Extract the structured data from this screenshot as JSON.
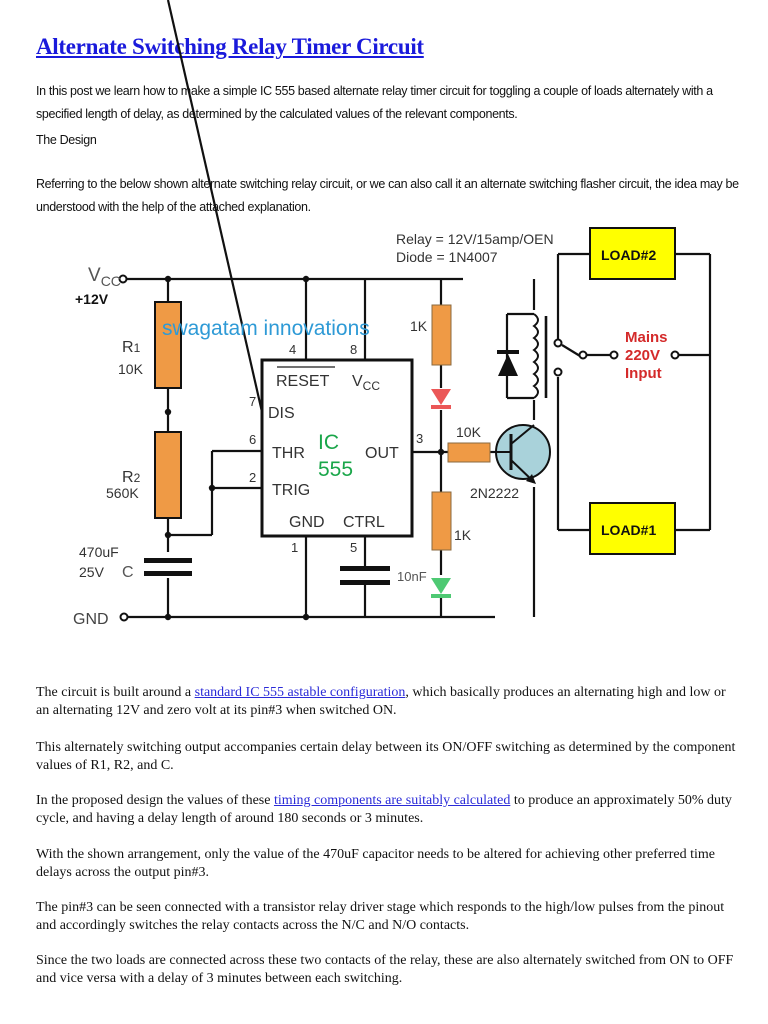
{
  "article": {
    "title": "Alternate Switching Relay Timer Circuit",
    "intro": "In this post we learn how to make a simple IC 555 based alternate relay timer circuit for toggling a couple of loads alternately with a specified length of delay, as determined by the calculated values of the relevant components.",
    "section_heading": "The Design",
    "design_text": "Referring to the below shown alternate switching relay circuit, or we can also call it an alternate switching flasher circuit, the idea may be understood with the help of the attached explanation.",
    "paragraphs": [
      {
        "before": "The circuit is built around a ",
        "link": "standard IC 555 astable configuration",
        "after": ", which basically produces an alternating high and low or an alternating 12V and zero volt at its pin#3 when switched ON."
      },
      {
        "before": "This alternately switching output accompanies certain delay between its ON/OFF switching as determined by the component values of R1, R2, and C.",
        "link": "",
        "after": ""
      },
      {
        "before": "In the proposed design the values of these ",
        "link": "timing components are suitably calculated",
        "after": " to produce an approximately 50% duty cycle, and having a delay length of around 180 seconds or 3 minutes."
      },
      {
        "before": "With the shown arrangement, only the value of the 470uF capacitor needs to be altered for achieving other preferred time delays across the output pin#3.",
        "link": "",
        "after": ""
      },
      {
        "before": "The pin#3 can be seen connected with a transistor relay driver stage which responds to the high/low pulses from the pinout and accordingly switches the relay contacts across the N/C and N/O contacts.",
        "link": "",
        "after": ""
      },
      {
        "before": "Since the two loads are connected across these two contacts of the relay, these are also alternately switched from ON to OFF and vice versa with a delay of 3 minutes between each switching.",
        "link": "",
        "after": ""
      }
    ]
  },
  "schematic": {
    "watermark": "swagatam innovations",
    "vcc_label": "V",
    "vcc_sub": "CC",
    "supply": "+12V",
    "gnd": "GND",
    "r1_name": "R",
    "r1_sub": "1",
    "r1_value": "10K",
    "r2_name": "R",
    "r2_sub": "2",
    "r2_value": "560K",
    "cap_value": "470uF",
    "cap_voltage": "25V",
    "cap_name": "C",
    "ic_line1": "IC",
    "ic_line2": "555",
    "pins": {
      "reset": "RESET",
      "vcc": "V",
      "vcc_sub": "CC",
      "dis": "DIS",
      "thr": "THR",
      "trig": "TRIG",
      "out": "OUT",
      "gnd": "GND",
      "ctrl": "CTRL"
    },
    "pin_numbers": {
      "p4": "4",
      "p8": "8",
      "p7": "7",
      "p6": "6",
      "p2": "2",
      "p3": "3",
      "p1": "1",
      "p5": "5"
    },
    "ctrl_cap": "10nF",
    "led_r_top": "1K",
    "led_r_bottom": "1K",
    "base_r": "10K",
    "transistor": "2N2222",
    "relay_spec": "Relay = 12V/15amp/OEN",
    "diode_spec": "Diode = 1N4007",
    "load2": "LOAD#2",
    "load1": "LOAD#1",
    "mains1": "Mains",
    "mains2": "220V",
    "mains3": "Input",
    "colors": {
      "resistor": "#ef9a45",
      "load": "#ffff00",
      "transistor": "#a9d2da",
      "ic_label": "#1aa64a",
      "mains": "#d42a2a",
      "watermark": "#2e9ad6",
      "led_red": "#e83a3a",
      "led_green": "#2fbf5a"
    }
  }
}
